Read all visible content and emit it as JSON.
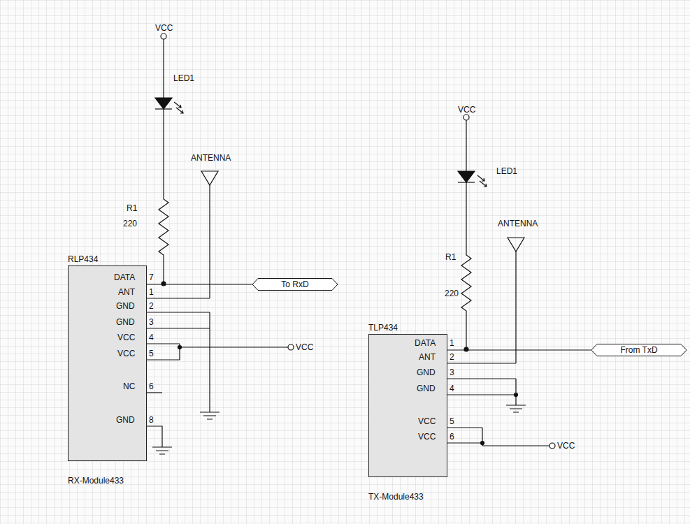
{
  "diagram": {
    "nodes": [
      {
        "text": [
          "RLP434",
          "RX-Module433"
        ]
      },
      {
        "text": [
          "To RxD"
        ]
      },
      {
        "text": [
          "TLP434",
          "TX-Module433"
        ]
      },
      {
        "text": [
          "From TxD"
        ]
      }
    ],
    "edges": [
      {
        "from": 0,
        "to": 1,
        "arrow": "none"
      },
      {
        "from": 2,
        "to": 3,
        "arrow": "none"
      }
    ],
    "labels": [
      "VCC",
      "LED1",
      "ANTENNA",
      "R1",
      "220",
      "DATA",
      "7",
      "ANT",
      "1",
      "GND",
      "2",
      "GND",
      "3",
      "VCC",
      "4",
      "VCC",
      "5",
      "NC",
      "6",
      "GND",
      "8",
      "VCC",
      "VCC",
      "LED1",
      "ANTENNA",
      "R1",
      "220",
      "DATA",
      "1",
      "ANT",
      "2",
      "GND",
      "3",
      "GND",
      "4",
      "VCC",
      "5",
      "VCC",
      "6",
      "VCC"
    ]
  }
}
